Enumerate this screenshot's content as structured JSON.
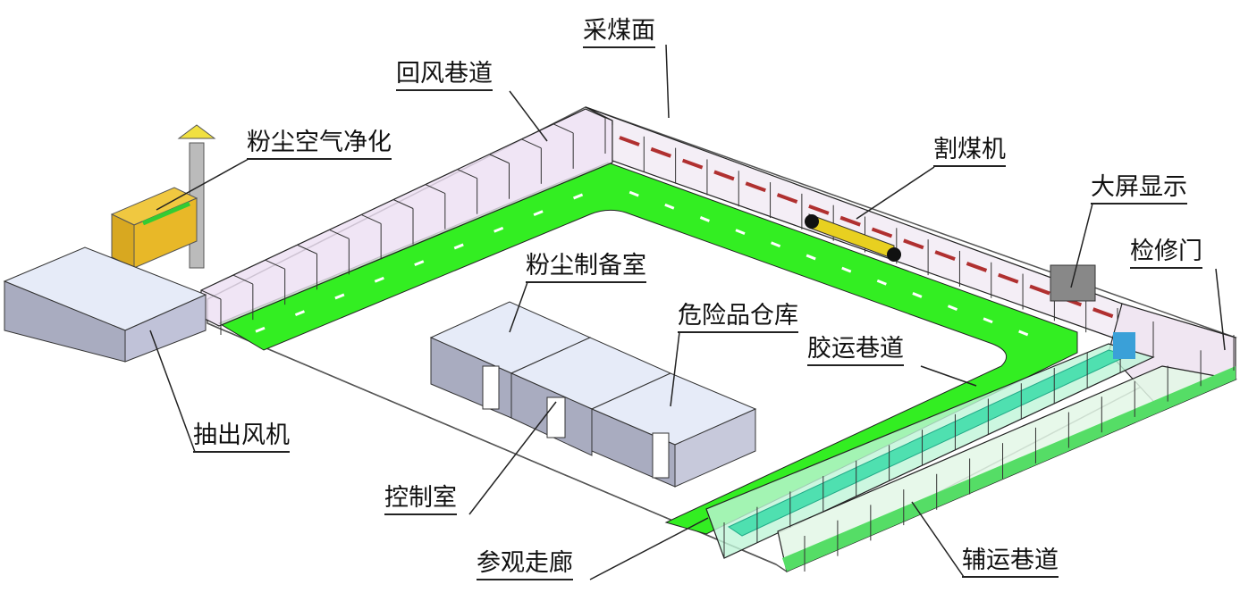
{
  "labels": {
    "coal_face": "采煤面",
    "return_airway": "回风巷道",
    "dust_purification": "粉尘空气净化",
    "shearer": "割煤机",
    "big_screen": "大屏显示",
    "maintenance_door": "检修门",
    "dust_prep_room": "粉尘制备室",
    "hazmat_warehouse": "危险品仓库",
    "belt_roadway": "胶运巷道",
    "exhaust_fan": "抽出风机",
    "control_room": "控制室",
    "visitor_corridor": "参观走廊",
    "auxiliary_roadway": "辅运巷道"
  },
  "colors": {
    "road": "#33ee22",
    "building": "#c9cbe0",
    "tunnel": "#e8dcef",
    "purifier": "#e0b020",
    "belt": "#4fe0b0"
  }
}
